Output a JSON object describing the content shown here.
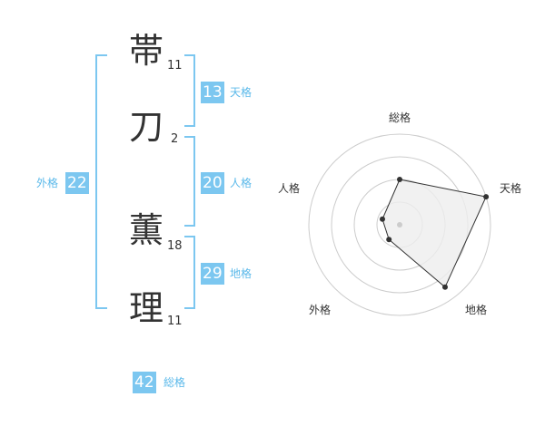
{
  "name_chars": [
    {
      "char": "帯",
      "strokes": "11"
    },
    {
      "char": "刀",
      "strokes": "2"
    },
    {
      "char": "薫",
      "strokes": "18"
    },
    {
      "char": "理",
      "strokes": "11"
    }
  ],
  "fortunes": {
    "tenkaku": {
      "value": "13",
      "label": "天格"
    },
    "jinkaku": {
      "value": "20",
      "label": "人格"
    },
    "chikaku": {
      "value": "29",
      "label": "地格"
    },
    "gaikaku": {
      "value": "22",
      "label": "外格"
    },
    "soukaku": {
      "value": "42",
      "label": "総格"
    }
  },
  "radar": {
    "axes": [
      "総格",
      "天格",
      "地格",
      "外格",
      "人格"
    ],
    "values": [
      0.5,
      1.0,
      0.85,
      0.2,
      0.2
    ],
    "center_mark": true,
    "ring_count": 4,
    "colors": {
      "ring": "#cccccc",
      "fill": "#eeeeee",
      "outline": "#333333",
      "point": "#333333",
      "center": "#cccccc"
    }
  },
  "colors": {
    "accent": "#7cc7f0",
    "accent_text": "#5bb9ea",
    "text": "#333333"
  }
}
